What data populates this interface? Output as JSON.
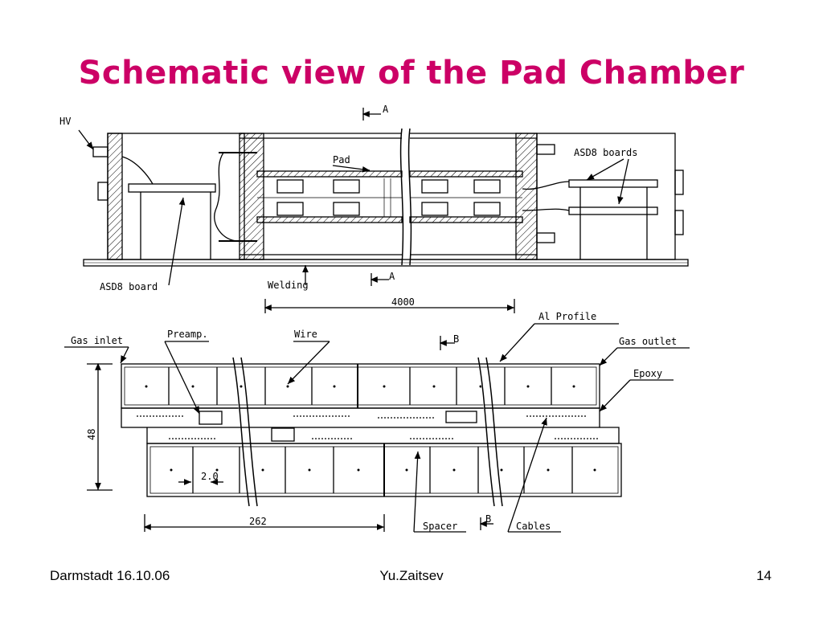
{
  "slide": {
    "title": "Schematic view of the Pad Chamber",
    "footer_left": "Darmstadt 16.10.06",
    "footer_center": "Yu.Zaitsev",
    "page_number": "14",
    "title_color": "#cc0066"
  },
  "diagram": {
    "top_view": {
      "hv": "HV",
      "section_mark": "A",
      "pad": "Pad",
      "asd8_boards": "ASD8 boards",
      "asd8_board": "ASD8 board",
      "welding": "Welding",
      "length": "4000"
    },
    "cross_section": {
      "gas_inlet": "Gas inlet",
      "preamp": "Preamp.",
      "wire": "Wire",
      "section_mark": "B",
      "al_profile": "Al Profile",
      "gas_outlet": "Gas outlet",
      "epoxy": "Epoxy",
      "height": "48",
      "gap": "2.0",
      "width": "262",
      "spacer": "Spacer",
      "cables": "Cables"
    }
  }
}
